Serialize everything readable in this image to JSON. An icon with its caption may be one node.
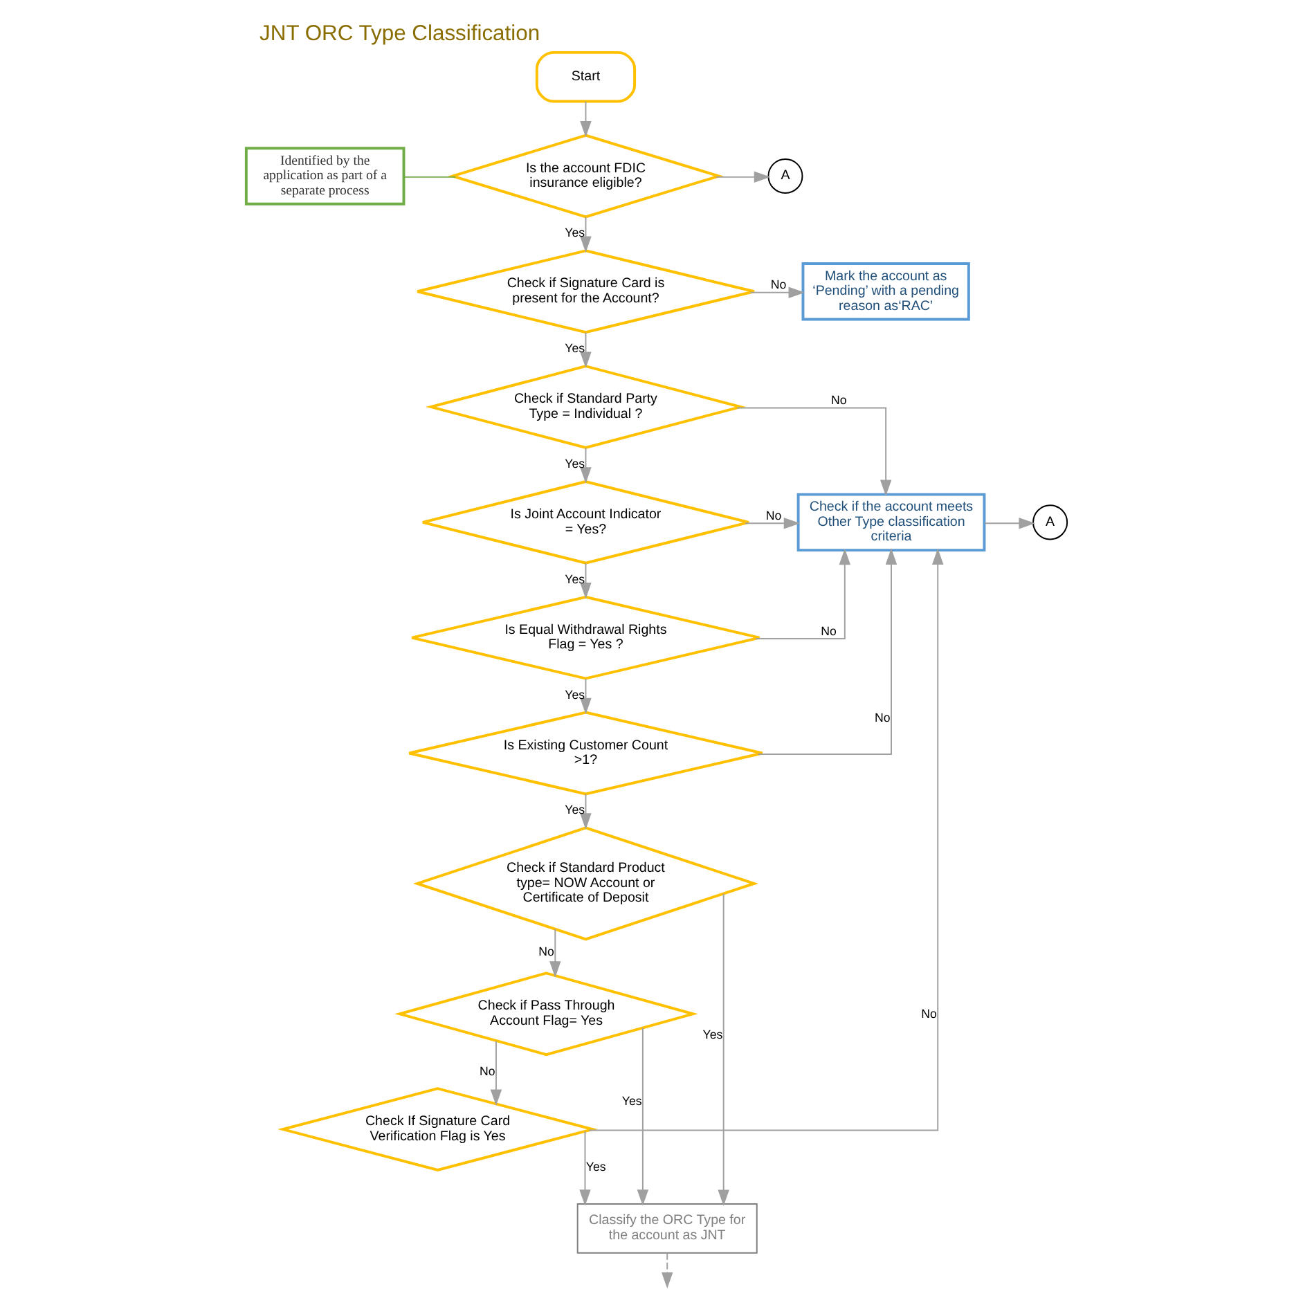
{
  "diagram": {
    "title": "JNT ORC Type Classification",
    "nodes": [
      {
        "text": [
          "Start"
        ]
      },
      {
        "text": [
          "Identified by the application as part of a separate process"
        ]
      },
      {
        "text": [
          "Is the account FDIC insurance eligible?"
        ]
      },
      {
        "text": [
          "A"
        ]
      },
      {
        "text": [
          "Check if Signature Card is present for the Account?"
        ]
      },
      {
        "text": [
          "Mark the account as ‘Pending’ with a pending reason as‘RAC’"
        ]
      },
      {
        "text": [
          "Check if Standard Party Type = Individual ?"
        ]
      },
      {
        "text": [
          "Is Joint Account Indicator = Yes?"
        ]
      },
      {
        "text": [
          "Check if the account meets Other Type classification criteria"
        ]
      },
      {
        "text": [
          "A"
        ]
      },
      {
        "text": [
          "Is Equal Withdrawal Rights Flag = Yes ?"
        ]
      },
      {
        "text": [
          "Is Existing Customer Count >1?"
        ]
      },
      {
        "text": [
          "Check if Standard Product type= NOW Account or Certificate of Deposit"
        ]
      },
      {
        "text": [
          "Check if Pass Through Account Flag= Yes"
        ]
      },
      {
        "text": [
          "Check If Signature Card Verification Flag is Yes"
        ]
      },
      {
        "text": [
          "Classify the ORC Type for the account as JNT"
        ]
      }
    ],
    "edges": [
      {
        "from": 0,
        "to": 2,
        "arrow": "to"
      },
      {
        "from": 1,
        "to": 2,
        "arrow": "none",
        "color": "#70ad47"
      },
      {
        "from": 2,
        "to": 3,
        "arrow": "to"
      },
      {
        "from": 2,
        "to": 4,
        "arrow": "to",
        "label": "Yes"
      },
      {
        "from": 4,
        "to": 5,
        "arrow": "to",
        "label": "No"
      },
      {
        "from": 4,
        "to": 6,
        "arrow": "to",
        "label": "Yes"
      },
      {
        "from": 6,
        "to": 8,
        "arrow": "to",
        "label": "No"
      },
      {
        "from": 6,
        "to": 7,
        "arrow": "to",
        "label": "Yes"
      },
      {
        "from": 7,
        "to": 8,
        "arrow": "to",
        "label": "No"
      },
      {
        "from": 7,
        "to": 10,
        "arrow": "to",
        "label": "Yes"
      },
      {
        "from": 8,
        "to": 9,
        "arrow": "to"
      },
      {
        "from": 10,
        "to": 8,
        "arrow": "to",
        "label": "No"
      },
      {
        "from": 10,
        "to": 11,
        "arrow": "to",
        "label": "Yes"
      },
      {
        "from": 11,
        "to": 8,
        "arrow": "to",
        "label": "No"
      },
      {
        "from": 11,
        "to": 12,
        "arrow": "to",
        "label": "Yes"
      },
      {
        "from": 12,
        "to": 13,
        "arrow": "to",
        "label": "No"
      },
      {
        "from": 12,
        "to": 15,
        "arrow": "to",
        "label": "Yes"
      },
      {
        "from": 13,
        "to": 14,
        "arrow": "to",
        "label": "No"
      },
      {
        "from": 13,
        "to": 15,
        "arrow": "to",
        "label": "Yes"
      },
      {
        "from": 14,
        "to": 15,
        "arrow": "to",
        "label": "Yes"
      },
      {
        "from": 14,
        "to": 8,
        "arrow": "to",
        "label": "No"
      },
      {
        "from": 15,
        "to": null,
        "arrow": "to",
        "style": "dashed"
      }
    ]
  }
}
